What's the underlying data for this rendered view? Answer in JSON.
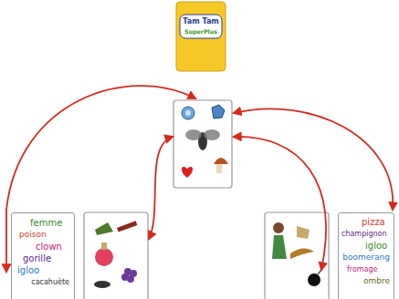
{
  "diagram": {
    "nodes": [
      {
        "text": [
          "Tam Tam",
          "SuperPlus"
        ]
      },
      {
        "text": [
          "femme",
          "poison",
          "clown",
          "gorille",
          "igloo",
          "cacahuète"
        ]
      },
      {
        "text": [
          "pizza",
          "champignon",
          "igloo",
          "boomerang",
          "fromage",
          "ombre"
        ]
      }
    ]
  }
}
